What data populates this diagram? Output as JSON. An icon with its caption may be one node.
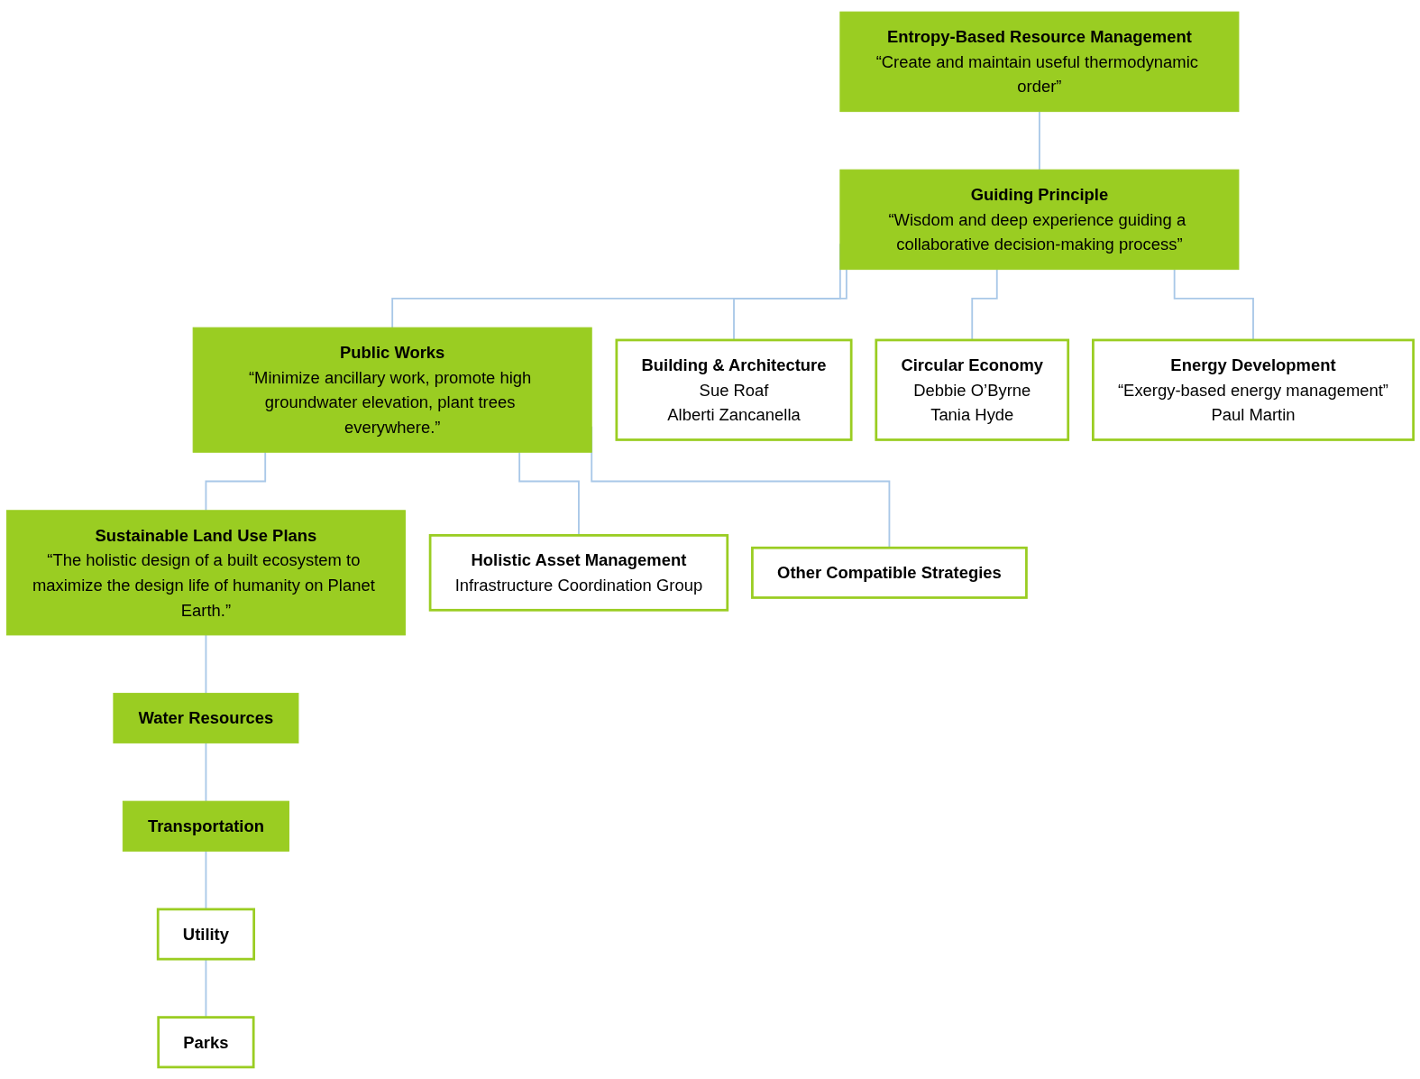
{
  "diagram": {
    "nodes": [
      {
        "text": [
          "Entropy-Based Resource Management",
          "“Create and maintain useful thermodynamic order”"
        ]
      },
      {
        "text": [
          "Guiding Principle",
          "“Wisdom and deep experience guiding a collaborative decision-making process”"
        ]
      },
      {
        "text": [
          "Public Works",
          "“Minimize ancillary work, promote high groundwater elevation, plant trees everywhere.”"
        ]
      },
      {
        "text": [
          "Building & Architecture",
          "Sue Roaf",
          "Alberti Zancanella"
        ]
      },
      {
        "text": [
          "Circular Economy",
          "Debbie O’Byrne",
          "Tania Hyde"
        ]
      },
      {
        "text": [
          "Energy Development",
          "“Exergy-based energy management”",
          "Paul Martin"
        ]
      },
      {
        "text": [
          "Sustainable Land Use Plans",
          "“The holistic design of a built ecosystem to maximize the design life of humanity on Planet Earth.”"
        ]
      },
      {
        "text": [
          "Holistic Asset Management",
          "Infrastructure Coordination Group"
        ]
      },
      {
        "text": [
          "Other Compatible Strategies"
        ]
      },
      {
        "text": [
          "Water Resources"
        ]
      },
      {
        "text": [
          "Transportation"
        ]
      },
      {
        "text": [
          "Utility"
        ]
      },
      {
        "text": [
          "Parks"
        ]
      }
    ],
    "edges": [
      {
        "from": 0,
        "to": 1,
        "arrow": "none"
      },
      {
        "from": 1,
        "to": 2,
        "arrow": "none"
      },
      {
        "from": 1,
        "to": 3,
        "arrow": "none"
      },
      {
        "from": 1,
        "to": 4,
        "arrow": "none"
      },
      {
        "from": 1,
        "to": 5,
        "arrow": "none"
      },
      {
        "from": 2,
        "to": 6,
        "arrow": "none"
      },
      {
        "from": 2,
        "to": 7,
        "arrow": "none"
      },
      {
        "from": 2,
        "to": 8,
        "arrow": "none"
      },
      {
        "from": 6,
        "to": 9,
        "arrow": "none"
      },
      {
        "from": 9,
        "to": 10,
        "arrow": "none"
      },
      {
        "from": 10,
        "to": 11,
        "arrow": "none"
      },
      {
        "from": 11,
        "to": 12,
        "arrow": "none"
      }
    ]
  }
}
